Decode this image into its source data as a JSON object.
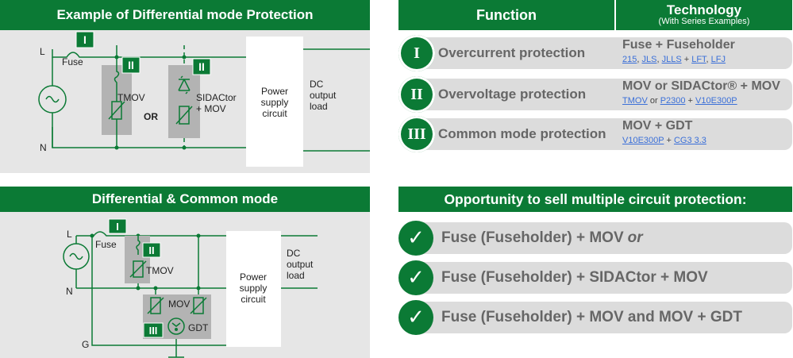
{
  "panel1": {
    "title": "Example of Differential mode Protection",
    "labels": {
      "L": "L",
      "N": "N",
      "fuse": "Fuse",
      "tmov": "TMOV",
      "or": "OR",
      "sidactor1": "SIDACtor",
      "sidactor2": "+ MOV",
      "psu1": "Power",
      "psu2": "supply",
      "psu3": "circuit",
      "dc1": "DC",
      "dc2": "output",
      "dc3": "load",
      "badge1": "I",
      "badge2": "II",
      "badge3": "II"
    }
  },
  "panel2": {
    "title": "Differential & Common mode",
    "labels": {
      "L": "L",
      "N": "N",
      "G": "G",
      "fuse": "Fuse",
      "tmov": "TMOV",
      "mov": "MOV",
      "gdt": "GDT",
      "psu1": "Power",
      "psu2": "supply",
      "psu3": "circuit",
      "dc1": "DC",
      "dc2": "output",
      "dc3": "load",
      "badge1": "I",
      "badge2": "II",
      "badge3": "III"
    }
  },
  "table": {
    "function_header": "Function",
    "tech_header": "Technology",
    "tech_subheader": "(With Series Examples)",
    "rows": [
      {
        "numeral": "I",
        "function": "Overcurrent protection",
        "tech": "Fuse + Fuseholder",
        "examples": [
          {
            "t": "215",
            "link": true
          },
          {
            "t": ", ",
            "link": false
          },
          {
            "t": "JLS",
            "link": true
          },
          {
            "t": ", ",
            "link": false
          },
          {
            "t": "JLLS",
            "link": true
          },
          {
            "t": " + ",
            "link": false
          },
          {
            "t": "LFT",
            "link": true
          },
          {
            "t": ", ",
            "link": false
          },
          {
            "t": "LFJ",
            "link": true
          }
        ]
      },
      {
        "numeral": "II",
        "function": "Overvoltage protection",
        "tech": "MOV or SIDACtor® + MOV",
        "examples": [
          {
            "t": "TMOV",
            "link": true
          },
          {
            "t": " or ",
            "link": false
          },
          {
            "t": "P2300",
            "link": true
          },
          {
            "t": " + ",
            "link": false
          },
          {
            "t": "V10E300P",
            "link": true
          }
        ]
      },
      {
        "numeral": "III",
        "function": "Common mode protection",
        "tech": "MOV + GDT",
        "examples": [
          {
            "t": "V10E300P",
            "link": true
          },
          {
            "t": " + ",
            "link": false
          },
          {
            "t": "CG3 3.3",
            "link": true
          }
        ]
      }
    ]
  },
  "opportunity": {
    "title": "Opportunity to sell multiple circuit protection:",
    "items": [
      {
        "text": "Fuse (Fuseholder) + MOV ",
        "suffix": "or"
      },
      {
        "text": "Fuse (Fuseholder) + SIDACtor + MOV",
        "suffix": ""
      },
      {
        "text": "Fuse (Fuseholder) + MOV and MOV + GDT",
        "suffix": ""
      }
    ]
  },
  "colors": {
    "green": "#0b7a35",
    "panel_gray": "#e6e6e6",
    "link_blue": "#3a6fd8",
    "text_gray": "#666666"
  }
}
